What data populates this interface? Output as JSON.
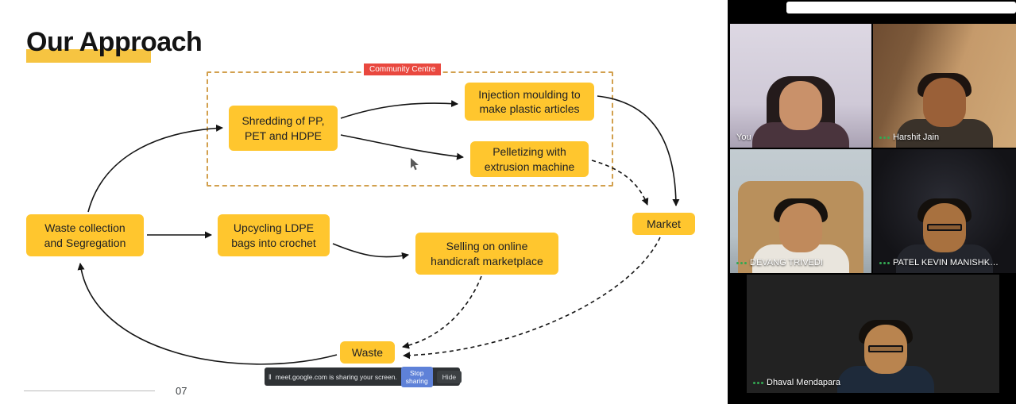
{
  "slide": {
    "title": "Our Approach",
    "page_number": "07",
    "community_label": "Community Centre",
    "boxes": {
      "shredding": "Shredding of PP, PET and HDPE",
      "injection_moulding": "Injection moulding to make plastic articles",
      "pelletizing": "Pelletizing with extrusion machine",
      "waste_collection": "Waste collection and Segregation",
      "upcycling": "Upcycling LDPE bags into crochet",
      "selling": "Selling on online handicraft marketplace",
      "market": "Market",
      "waste": "Waste"
    },
    "colors": {
      "node_fill": "#FFC62E",
      "community_label_bg": "#E9483F",
      "title_highlight": "#F6C441"
    }
  },
  "share_bar": {
    "pause_icon": "‖",
    "message": "meet.google.com is sharing your screen.",
    "stop_label": "Stop sharing",
    "hide_label": "Hide"
  },
  "participants": [
    {
      "name": "You"
    },
    {
      "name": "Harshit Jain"
    },
    {
      "name": "DEVANG TRIVEDI"
    },
    {
      "name": "PATEL KEVIN MANISHK…"
    },
    {
      "name": "Dhaval Mendapara"
    }
  ],
  "ui_colors": {
    "audio_indicator_green": "#34A853",
    "stop_button_blue": "#5E81D8"
  }
}
